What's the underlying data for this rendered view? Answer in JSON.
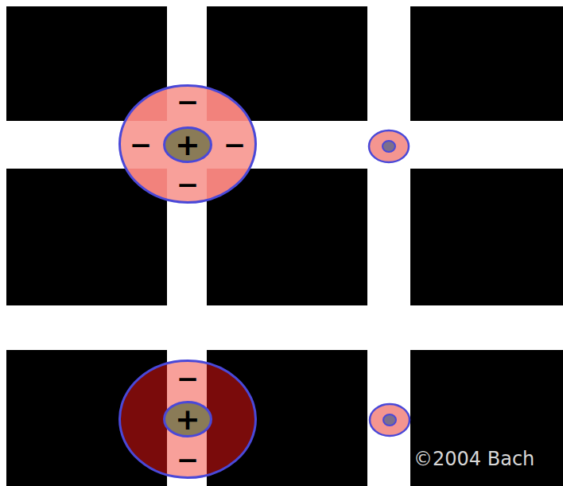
{
  "diagram": {
    "nodes": [
      {
        "text": [
          "−",
          "−",
          "−",
          "−"
        ]
      },
      {
        "text": [
          "+"
        ],
        "in": 0
      },
      {
        "text": [
          "−",
          "−"
        ]
      },
      {
        "text": [
          "+"
        ],
        "in": 2
      }
    ],
    "labels": [
      "©2004 Bach"
    ]
  }
}
